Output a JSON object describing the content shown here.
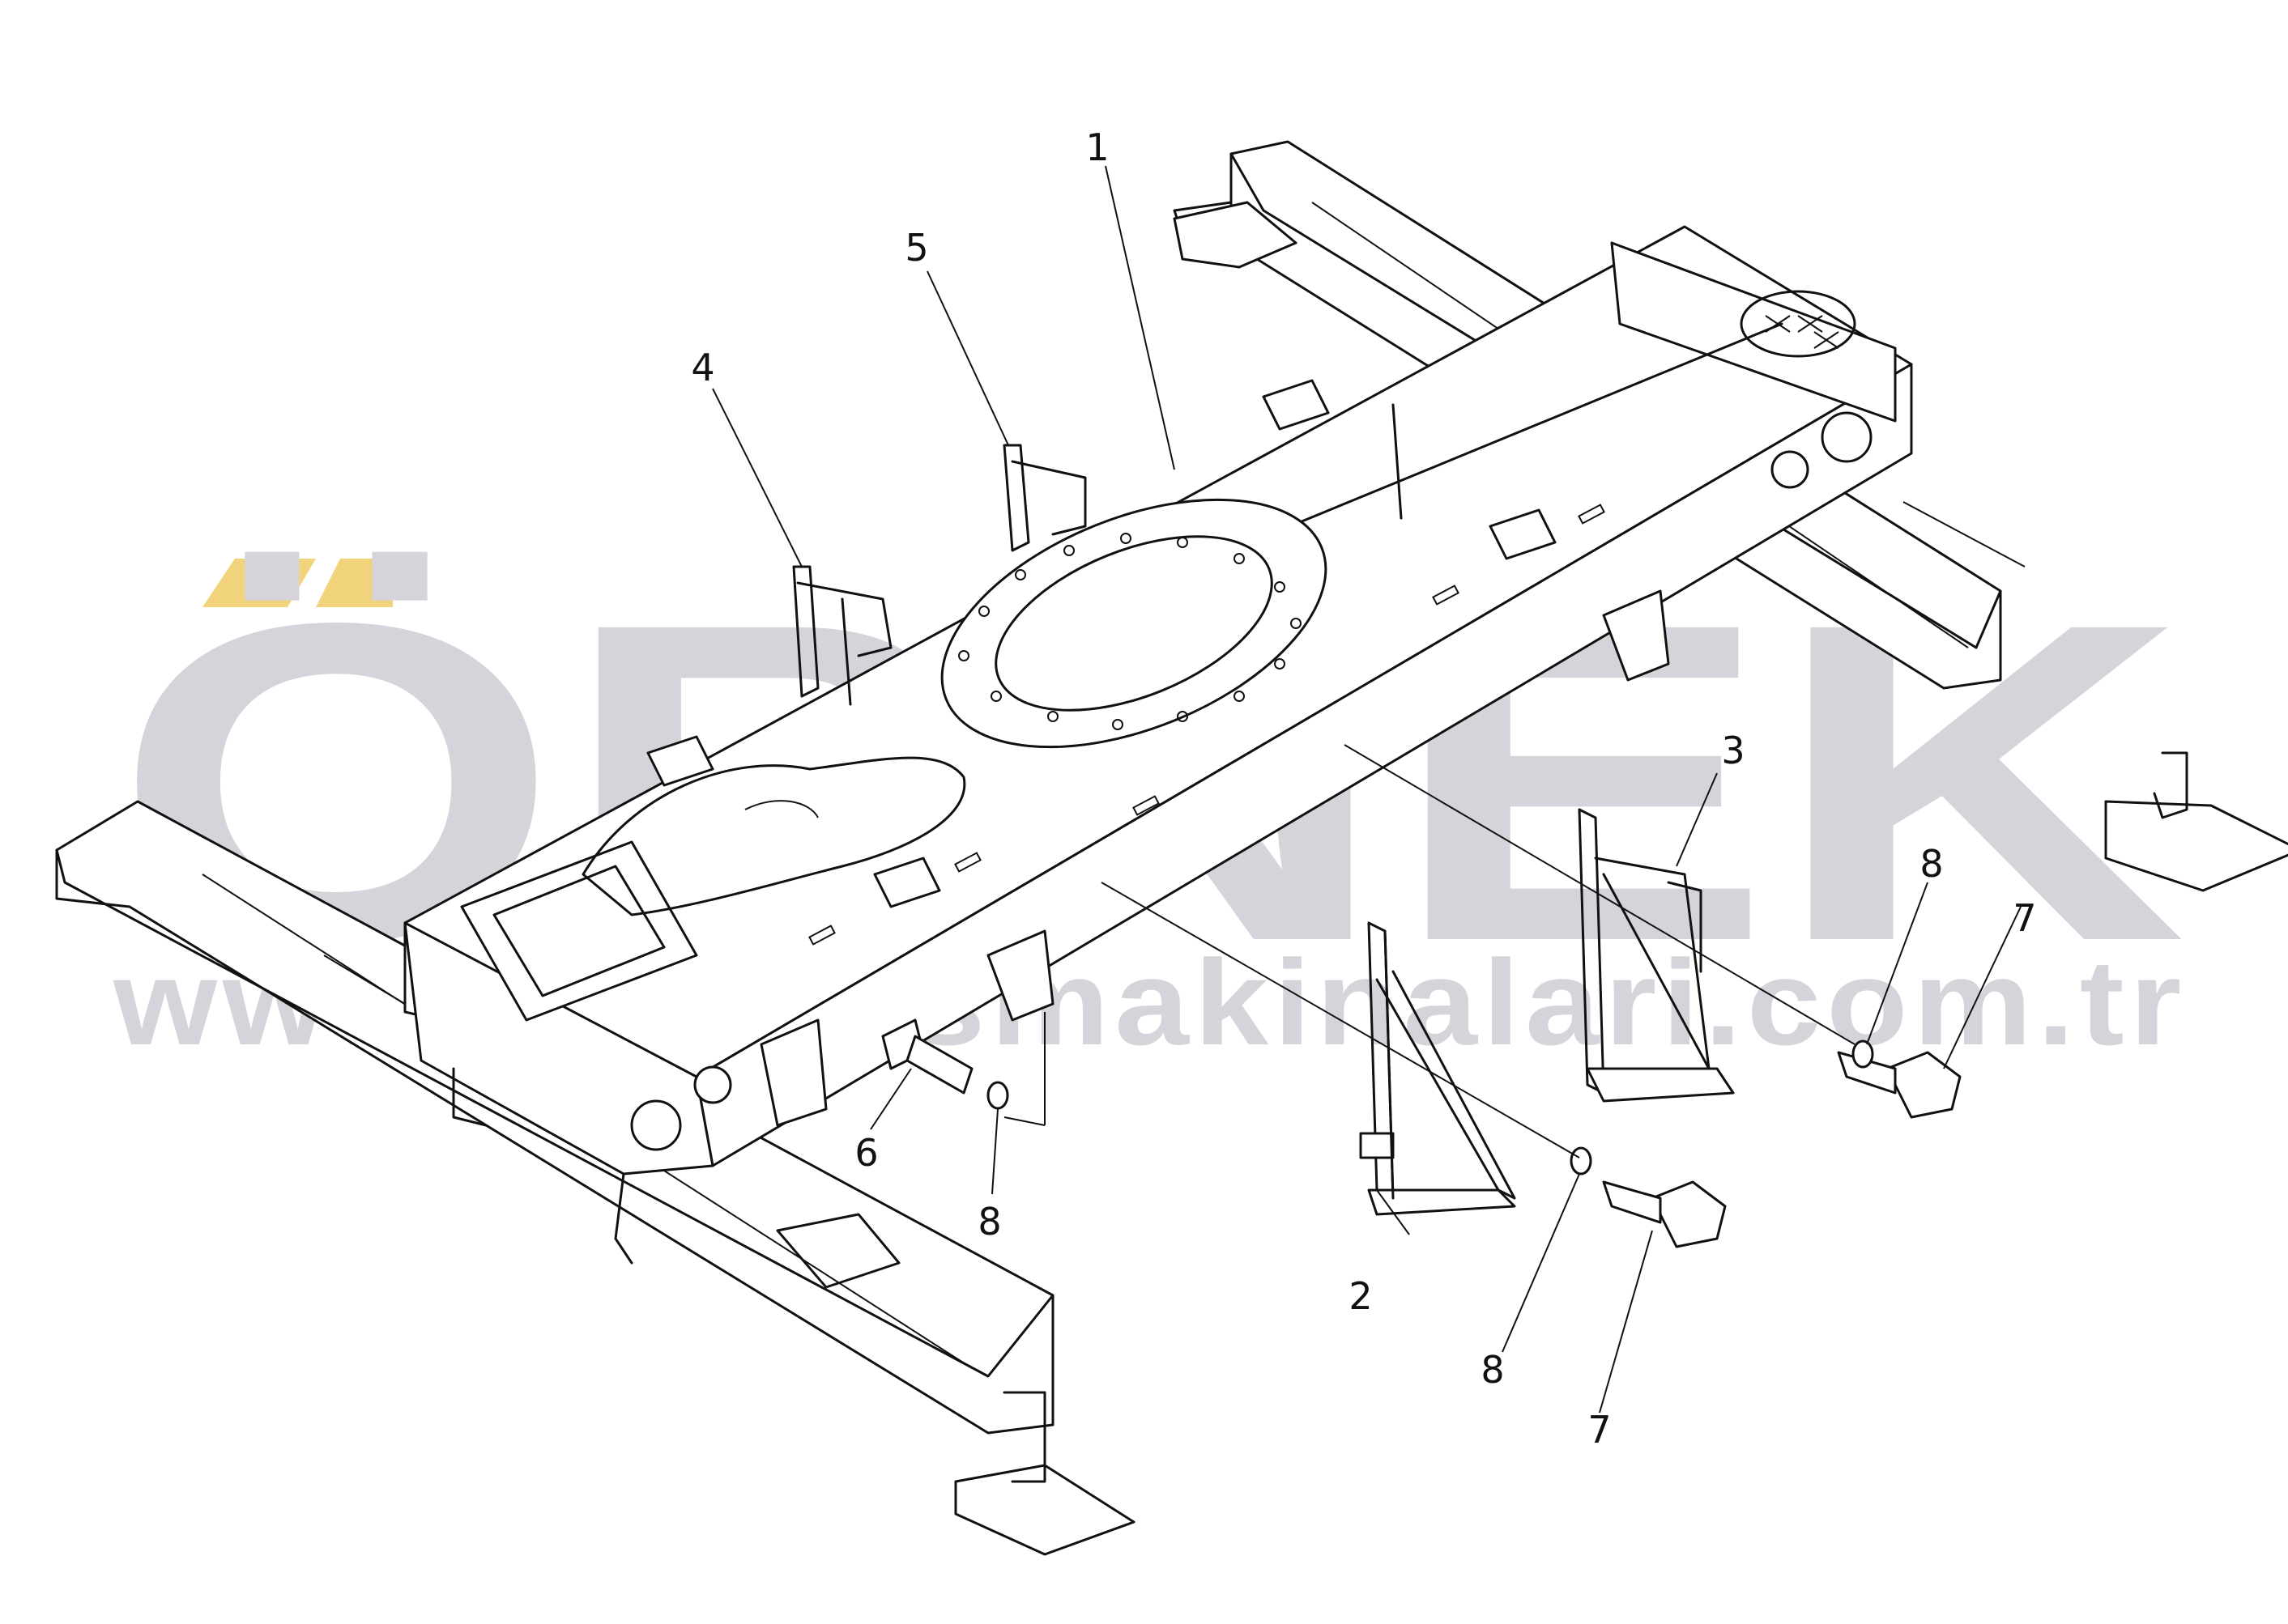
{
  "watermark": {
    "brand": "ÖRNEK",
    "url": "www.ornekismakinalari.com.tr",
    "color": "#d6d4da",
    "accent_color": "#f0d37a"
  },
  "callouts": [
    {
      "id": "1",
      "text": "1"
    },
    {
      "id": "2",
      "text": "2"
    },
    {
      "id": "3",
      "text": "3"
    },
    {
      "id": "4",
      "text": "4"
    },
    {
      "id": "5",
      "text": "5"
    },
    {
      "id": "6",
      "text": "6"
    },
    {
      "id": "7a",
      "text": "7"
    },
    {
      "id": "7b",
      "text": "7"
    },
    {
      "id": "8a",
      "text": "8"
    },
    {
      "id": "8b",
      "text": "8"
    },
    {
      "id": "8c",
      "text": "8"
    }
  ]
}
